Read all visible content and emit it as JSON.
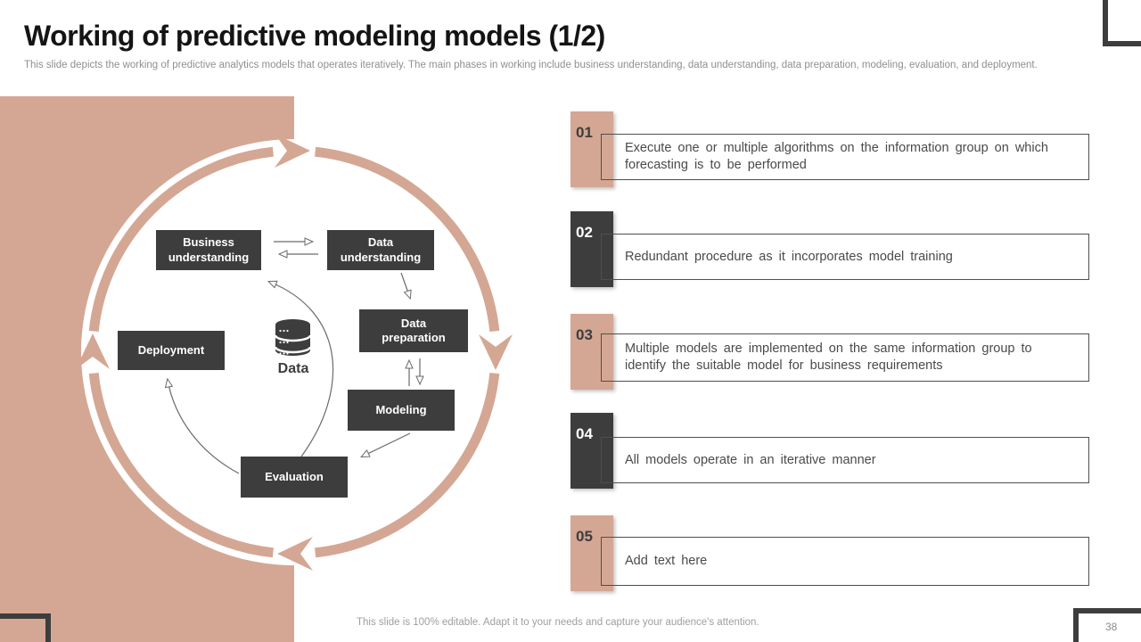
{
  "slide": {
    "title": "Working of predictive modeling models (1/2)",
    "subtitle": "This slide depicts the working of predictive analytics models that operates iteratively. The main phases in working include business understanding, data understanding, data preparation, modeling, evaluation, and deployment.",
    "footer": "This slide is 100% editable. Adapt it to your needs and capture your audience's attention.",
    "page_number": "38"
  },
  "colors": {
    "accent": "#d4a794",
    "dark": "#3d3d3d",
    "box_border": "#4f4f4f",
    "body_text": "#4a4a4a",
    "muted_text": "#8f8f8f"
  },
  "diagram": {
    "center_icon": "database-icon",
    "center_label": "Data",
    "nodes": {
      "business": {
        "line1": "Business",
        "line2": "understanding"
      },
      "data_understanding": {
        "line1": "Data",
        "line2": "understanding"
      },
      "data_preparation": {
        "line1": "Data",
        "line2": "preparation"
      },
      "deployment": {
        "line1": "Deployment",
        "line2": ""
      },
      "modeling": {
        "line1": "Modeling",
        "line2": ""
      },
      "evaluation": {
        "line1": "Evaluation",
        "line2": ""
      }
    }
  },
  "items": [
    {
      "number": "01",
      "text": "Execute one or multiple algorithms on the information group on which forecasting is to be performed"
    },
    {
      "number": "02",
      "text": "Redundant procedure as it incorporates model training"
    },
    {
      "number": "03",
      "text": "Multiple models are implemented on the same information group to identify the suitable model for business requirements"
    },
    {
      "number": "04",
      "text": "All models operate in an iterative manner"
    },
    {
      "number": "05",
      "text": "Add text here"
    }
  ]
}
